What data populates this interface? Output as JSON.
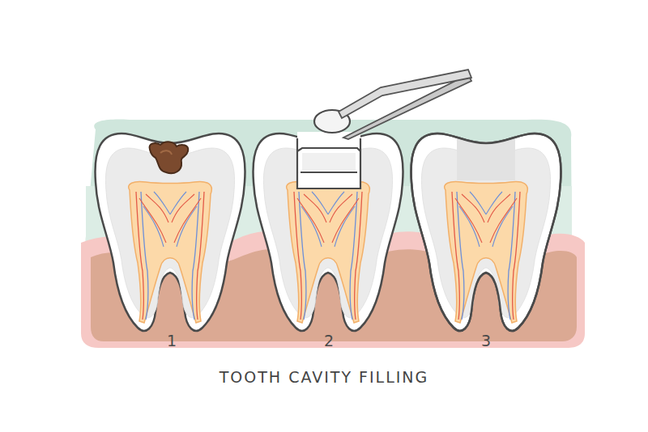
{
  "diagram": {
    "caption": "TOOTH CAVITY FILLING",
    "labels": [
      "1",
      "2",
      "3"
    ]
  }
}
